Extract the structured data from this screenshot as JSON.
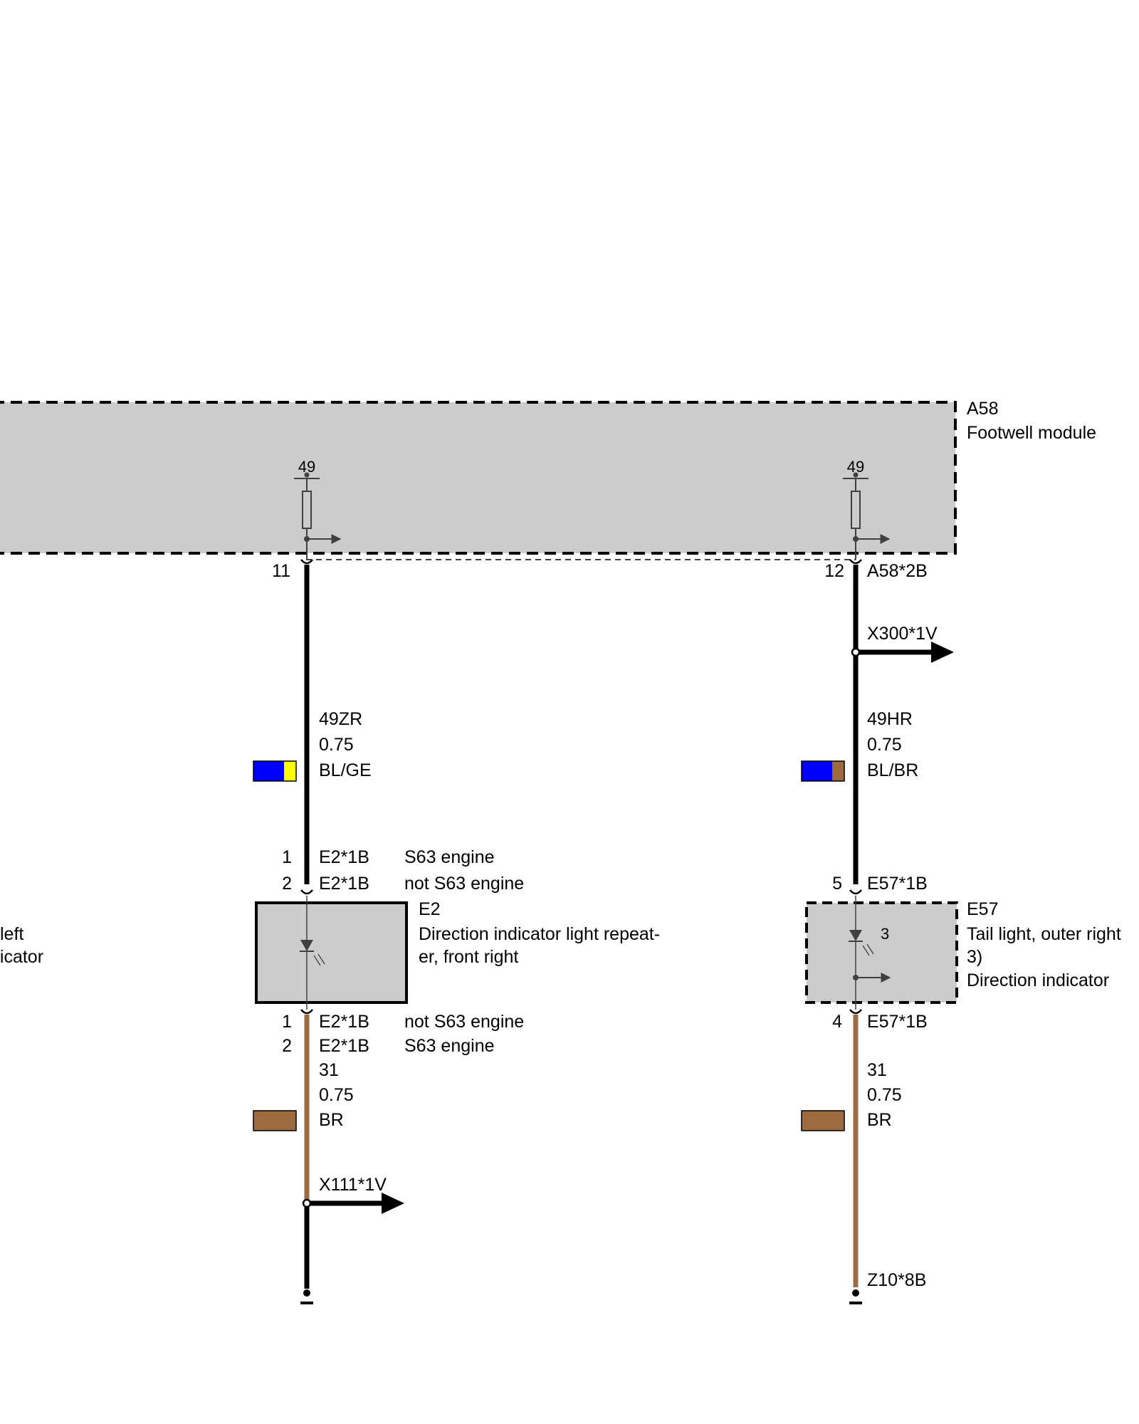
{
  "colors": {
    "module_fill": "#cccccc",
    "wire_black": "#000000",
    "wire_brown": "#9c6b3f",
    "blue": "#0000ff",
    "yellow": "#ffff00",
    "brown_swatch": "#9c6b3f"
  },
  "module": {
    "id": "A58",
    "name": "Footwell module",
    "left_terminal_label": "49",
    "right_terminal_label": "49",
    "left_pin": "11",
    "right_pin": "12",
    "right_connector": "A58*2B"
  },
  "left_circuit": {
    "wire_id": "49ZR",
    "wire_size": "0.75",
    "wire_color": "BL/GE",
    "top_pins": [
      {
        "pin": "1",
        "connector": "E2*1B",
        "note": "S63 engine"
      },
      {
        "pin": "2",
        "connector": "E2*1B",
        "note": "not S63 engine"
      }
    ],
    "component_id": "E2",
    "component_name_line1": "Direction indicator light repeat-",
    "component_name_line2": "er, front right",
    "bottom_pins": [
      {
        "pin": "1",
        "connector": "E2*1B",
        "note": "not S63 engine"
      },
      {
        "pin": "2",
        "connector": "E2*1B",
        "note": "S63 engine"
      }
    ],
    "ground_wire_id": "31",
    "ground_wire_size": "0.75",
    "ground_wire_color": "BR",
    "splice_label": "X111*1V"
  },
  "right_circuit": {
    "splice_label": "X300*1V",
    "wire_id": "49HR",
    "wire_size": "0.75",
    "wire_color": "BL/BR",
    "top_pin": "5",
    "top_connector": "E57*1B",
    "component_id": "E57",
    "component_name": "Tail light, outer right",
    "component_note": "3)",
    "component_function": "Direction indicator",
    "internal_pin": "3",
    "bottom_pin": "4",
    "bottom_connector": "E57*1B",
    "ground_wire_id": "31",
    "ground_wire_size": "0.75",
    "ground_wire_color": "BR",
    "ground_point": "Z10*8B"
  },
  "left_edge_text": {
    "line1": "left",
    "line2": "dicator"
  }
}
